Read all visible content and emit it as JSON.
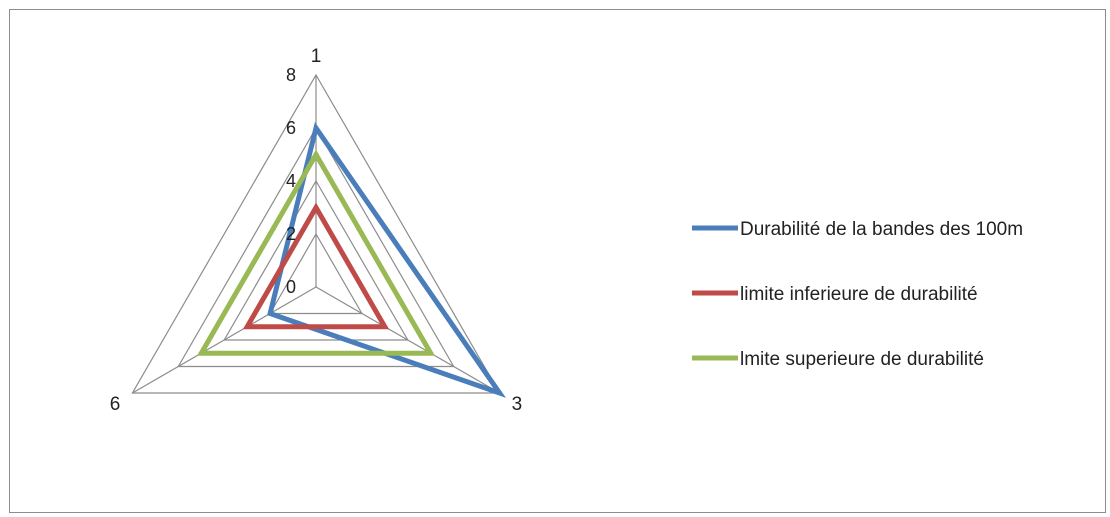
{
  "chart_data": {
    "type": "radar",
    "categories": [
      "1",
      "3",
      "6"
    ],
    "ticks": [
      "0",
      "2",
      "4",
      "6",
      "8"
    ],
    "rlim": [
      0,
      8
    ],
    "grid": true,
    "legend_position": "right",
    "series": [
      {
        "name": "Durabilité de la bandes des 100m",
        "values": [
          6,
          8,
          2
        ],
        "color": "#4a7ebb"
      },
      {
        "name": "limite inferieure de durabilité",
        "values": [
          3,
          3,
          3
        ],
        "color": "#be4b48"
      },
      {
        "name": "lmite superieure de durabilité",
        "values": [
          5,
          5,
          5
        ],
        "color": "#98b954"
      }
    ]
  }
}
